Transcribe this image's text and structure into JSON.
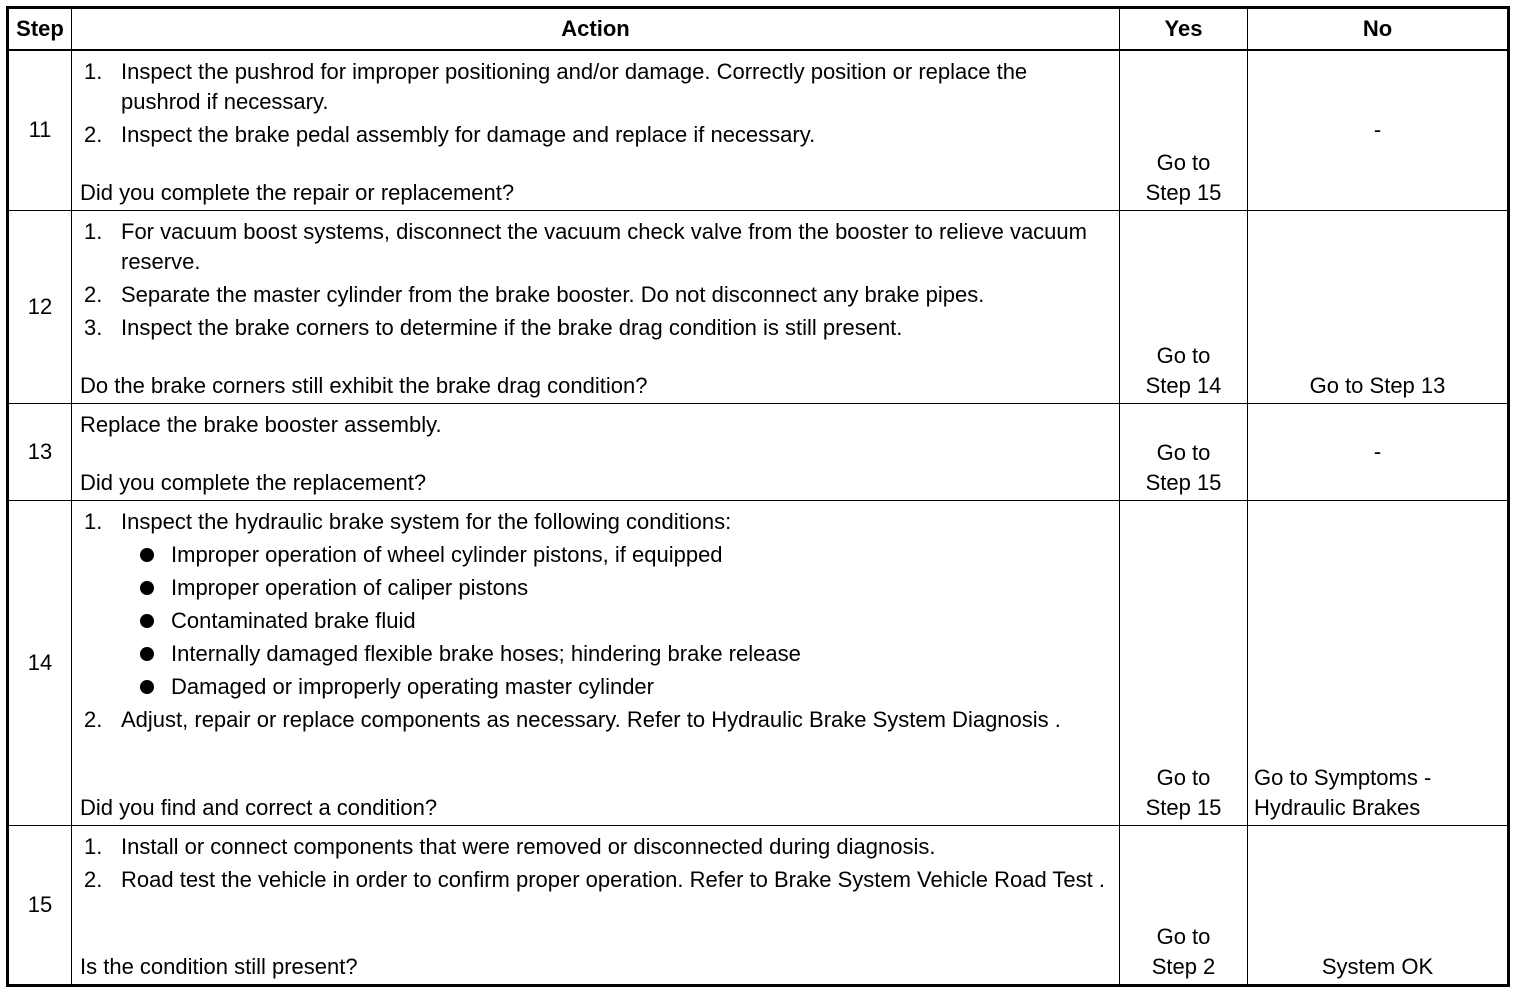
{
  "headers": {
    "step": "Step",
    "action": "Action",
    "yes": "Yes",
    "no": "No"
  },
  "rows": [
    {
      "step": "11",
      "items": [
        {
          "num": "1.",
          "text": "Inspect the pushrod for improper positioning and/or damage. Correctly position or replace the pushrod if necessary."
        },
        {
          "num": "2.",
          "text": "Inspect the brake pedal assembly for damage and replace if necessary."
        }
      ],
      "question": "Did you complete the repair or replacement?",
      "yes_line1": "Go to",
      "yes_line2": "Step 15",
      "no": "-"
    },
    {
      "step": "12",
      "items": [
        {
          "num": "1.",
          "text": "For vacuum boost systems, disconnect the vacuum check valve from the booster to relieve vacuum reserve."
        },
        {
          "num": "2.",
          "text": "Separate the master cylinder from the brake booster. Do not disconnect any brake pipes."
        },
        {
          "num": "3.",
          "text": "Inspect the brake corners to determine if the brake drag condition is still present."
        }
      ],
      "question": "Do the brake corners still exhibit the brake drag condition?",
      "yes_line1": "Go to",
      "yes_line2": "Step 14",
      "no": "Go to Step 13"
    },
    {
      "step": "13",
      "text": "Replace the brake booster assembly.",
      "question": "Did you complete the replacement?",
      "yes_line1": "Go to",
      "yes_line2": "Step 15",
      "no": "-"
    },
    {
      "step": "14",
      "item1": {
        "num": "1.",
        "text": "Inspect the hydraulic brake system for the following conditions:"
      },
      "bullets": [
        "Improper operation of wheel cylinder pistons, if equipped",
        "Improper operation of caliper pistons",
        "Contaminated brake fluid",
        "Internally damaged flexible brake hoses; hindering brake release",
        "Damaged or improperly operating master cylinder"
      ],
      "item2": {
        "num": "2.",
        "text": "Adjust, repair or replace components as necessary. Refer to Hydraulic Brake System Diagnosis ."
      },
      "question": "Did you find and correct a condition?",
      "yes_line1": "Go to",
      "yes_line2": "Step 15",
      "no_line1": "Go to Symptoms -",
      "no_line2": "Hydraulic Brakes"
    },
    {
      "step": "15",
      "items": [
        {
          "num": "1.",
          "text": "Install or connect components that were removed or disconnected during diagnosis."
        },
        {
          "num": "2.",
          "text": "Road test the vehicle in order to confirm proper operation. Refer to Brake System Vehicle Road Test ."
        }
      ],
      "question": "Is the condition still present?",
      "yes_line1": "Go to",
      "yes_line2": "Step 2",
      "no": "System OK"
    }
  ]
}
